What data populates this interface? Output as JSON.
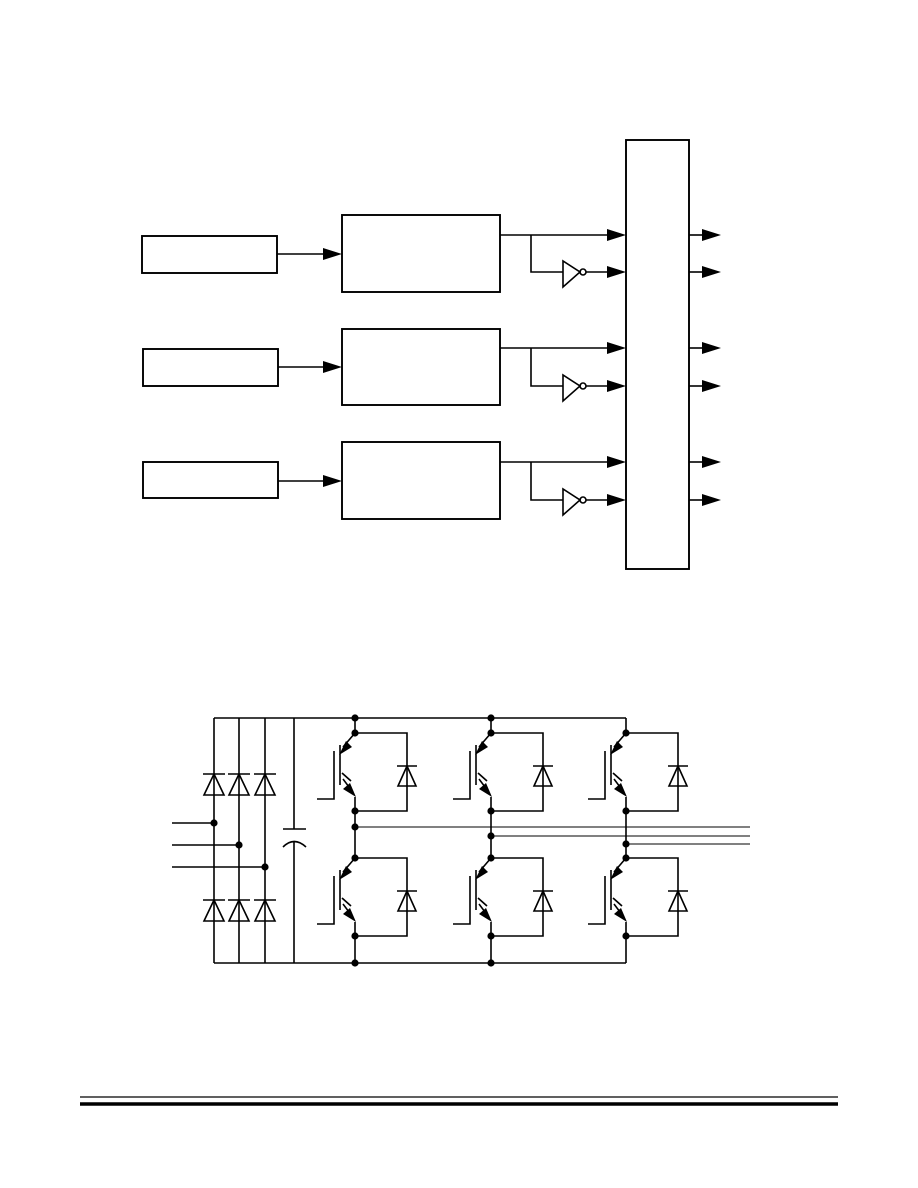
{
  "page": {
    "background": "#ffffff",
    "line_color": "#000000"
  },
  "block_diagram": {
    "source_blocks": 3,
    "modulator_blocks": 3,
    "inverter_gates": 3,
    "driver_outputs": 6,
    "labels": []
  },
  "power_circuit": {
    "rectifier_diodes": 6,
    "ac_inputs": 3,
    "dc_link_capacitor": 1,
    "igbt_switches": 6,
    "freewheeling_diodes": 6,
    "motor_outputs": 3
  }
}
